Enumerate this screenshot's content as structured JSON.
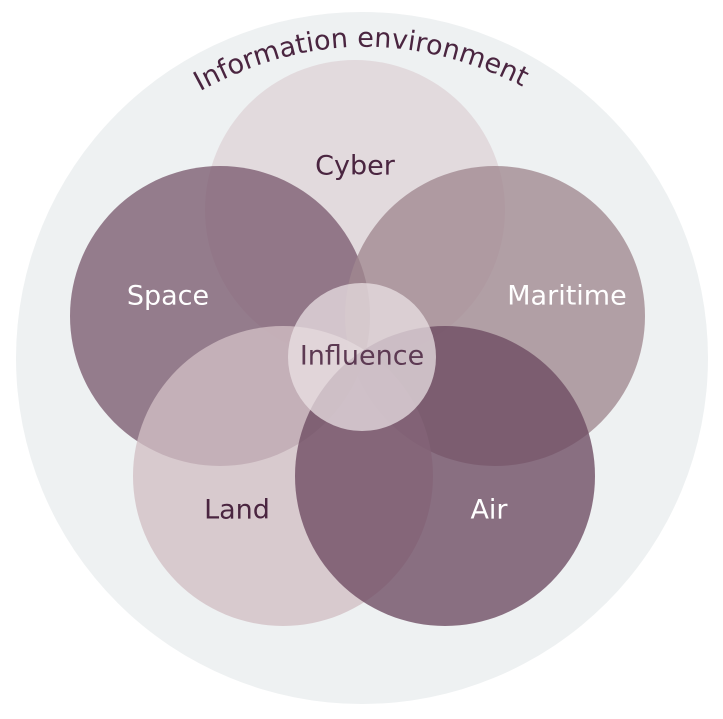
{
  "diagram": {
    "outer_label": "Information environment",
    "domains": {
      "cyber": "Cyber",
      "space": "Space",
      "maritime": "Maritime",
      "land": "Land",
      "air": "Air"
    },
    "center_label": "Influence"
  },
  "colors": {
    "background_ring": "#eef1f2",
    "cyber": "#dfd4d7",
    "space": "#7b5b70",
    "maritime": "#a08890",
    "land": "#d2bfc4",
    "air": "#6d4a62",
    "center": "#ece3e6",
    "dark_text": "#4a2540",
    "light_text": "#ffffff"
  }
}
